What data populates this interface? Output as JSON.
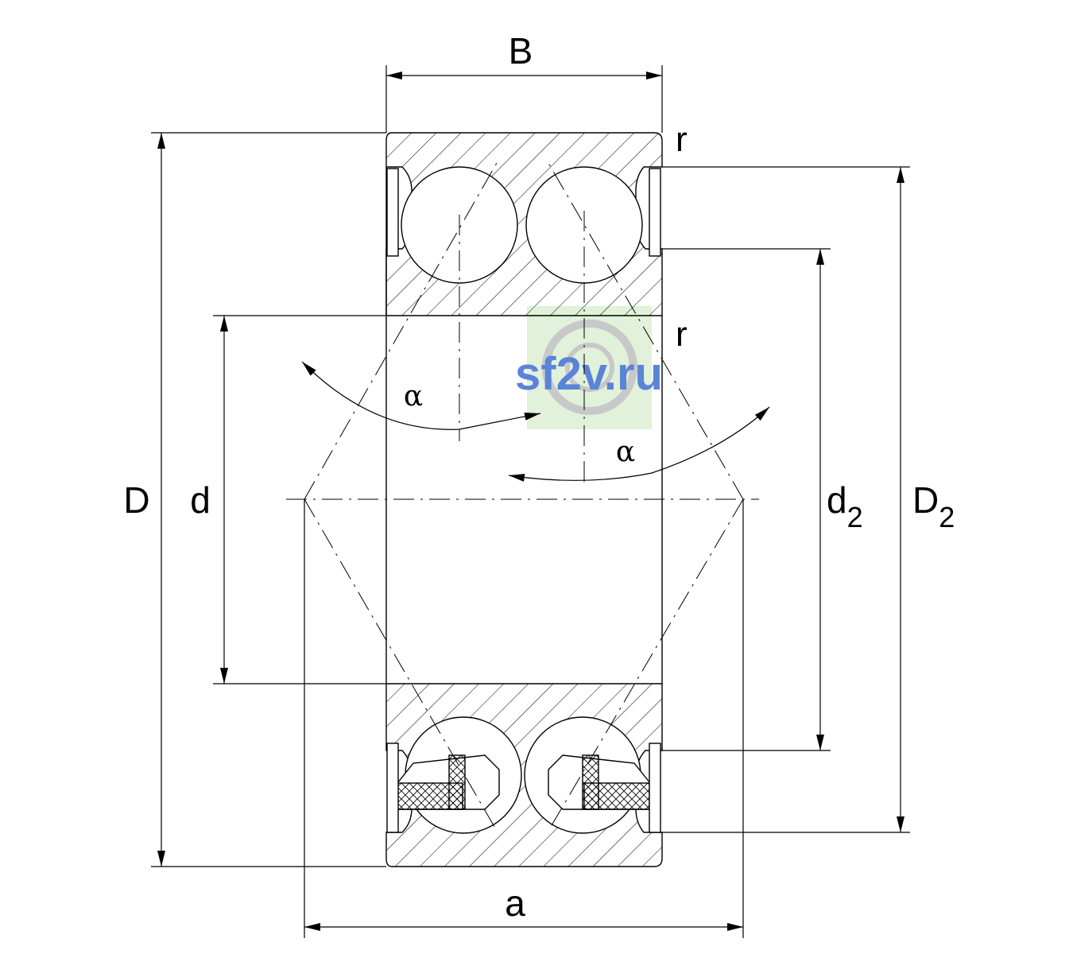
{
  "labels": {
    "B": "B",
    "r_top": "r",
    "r_inner": "r",
    "D": "D",
    "d": "d",
    "d2_base": "d",
    "d2_sub": "2",
    "D2_base": "D",
    "D2_sub": "2",
    "alpha_left": "α",
    "alpha_right": "α",
    "a": "a"
  },
  "watermark": {
    "text": "sf2v.ru",
    "color": "#5b84d8",
    "box_color": "#dcefd3"
  },
  "colors": {
    "line": "#000000",
    "hatch": "#000000",
    "background": "#ffffff"
  }
}
